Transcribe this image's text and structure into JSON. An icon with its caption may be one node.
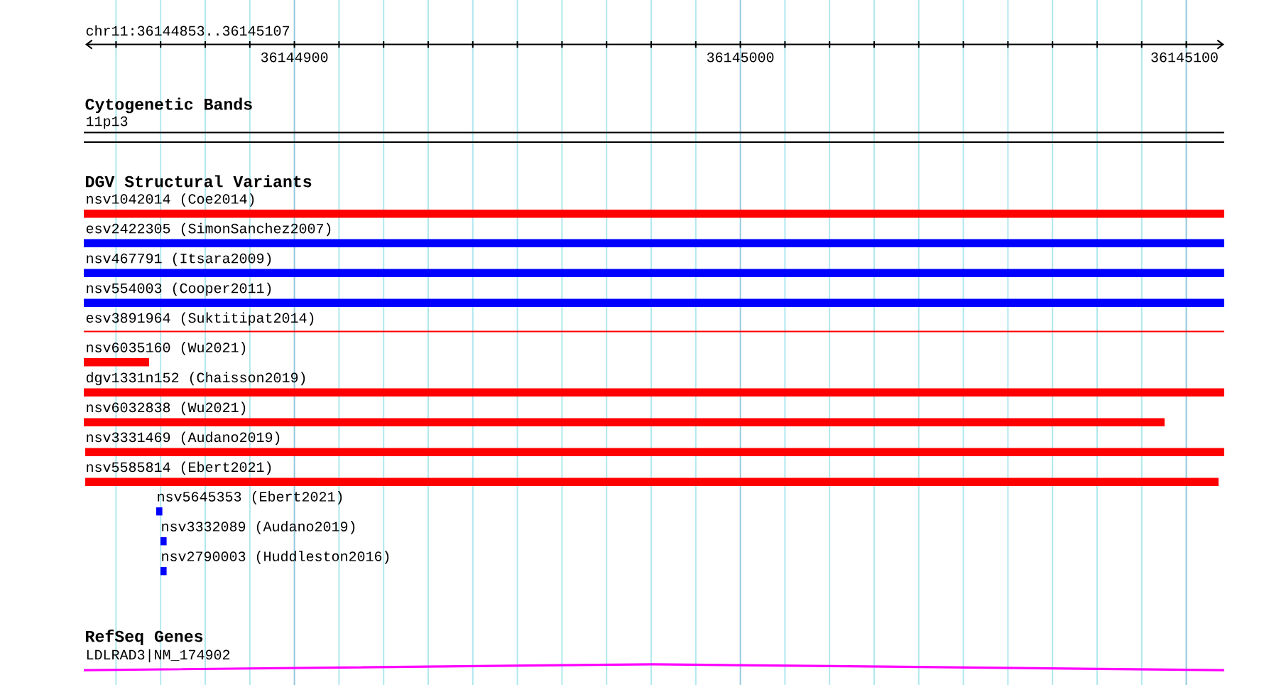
{
  "diagram": {
    "nodes": [
      {
        "text": [],
        "shape": "band",
        "beside": [
          "11p13"
        ]
      },
      {
        "text": [],
        "shape": "bar",
        "beside": [
          "nsv1042014 (Coe2014)"
        ]
      },
      {
        "text": [],
        "shape": "bar",
        "beside": [
          "esv2422305 (SimonSanchez2007)"
        ]
      },
      {
        "text": [],
        "shape": "bar",
        "beside": [
          "nsv467791 (Itsara2009)"
        ]
      },
      {
        "text": [],
        "shape": "bar",
        "beside": [
          "nsv554003 (Cooper2011)"
        ]
      },
      {
        "text": [],
        "shape": "line",
        "beside": [
          "esv3891964 (Suktitipat2014)"
        ]
      },
      {
        "text": [],
        "shape": "bar",
        "beside": [
          "nsv6035160 (Wu2021)"
        ]
      },
      {
        "text": [],
        "shape": "bar",
        "beside": [
          "dgv1331n152 (Chaisson2019)"
        ]
      },
      {
        "text": [],
        "shape": "bar",
        "beside": [
          "nsv6032838 (Wu2021)"
        ]
      },
      {
        "text": [],
        "shape": "bar",
        "beside": [
          "nsv3331469 (Audano2019)"
        ]
      },
      {
        "text": [],
        "shape": "bar",
        "beside": [
          "nsv5585814 (Ebert2021)"
        ]
      },
      {
        "text": [],
        "shape": "bar",
        "beside": [
          "nsv5645353 (Ebert2021)"
        ]
      },
      {
        "text": [],
        "shape": "bar",
        "beside": [
          "nsv3332089 (Audano2019)"
        ]
      },
      {
        "text": [],
        "shape": "bar",
        "beside": [
          "nsv2790003 (Huddleston2016)"
        ]
      },
      {
        "text": [],
        "shape": "line",
        "beside": [
          "LDLRAD3|NM_174902"
        ]
      }
    ],
    "labels": [
      "chr11:36144853..36145107",
      "36144900",
      "36145000",
      "36145100",
      "Cytogenetic Bands",
      "DGV Structural Variants",
      "RefSeq Genes"
    ]
  }
}
